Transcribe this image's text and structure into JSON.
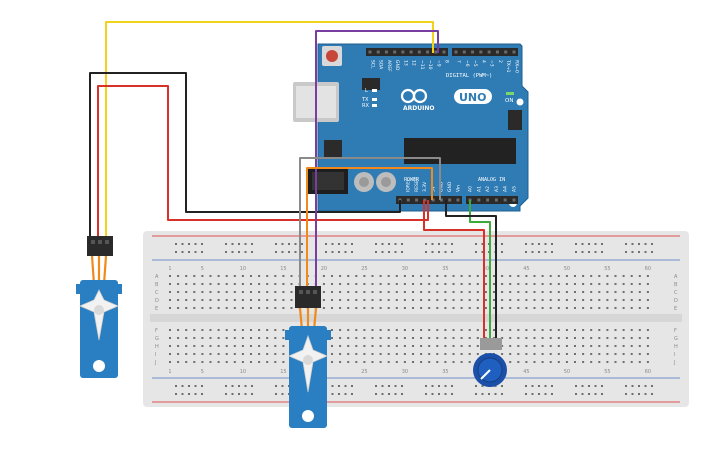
{
  "colors": {
    "background": "#ffffff",
    "breadboard": "#e6e6e6",
    "breadboard_channel": "#d6d6d6",
    "hole": "#6f6f6f",
    "rail_red": "#e05050",
    "rail_blue": "#6f8fc8",
    "arduino_board": "#2f7bb4",
    "arduino_edge": "#1f5f90",
    "header_black": "#2a2a2a",
    "chip": "#222222",
    "usb_silver": "#c9c9c9",
    "servo_blue": "#2a7fc2",
    "servo_horn": "#f2f2f2",
    "pot_body": "#1b4fa8",
    "wire_yellow": "#f3d21b",
    "wire_black": "#222222",
    "wire_red": "#d8312a",
    "wire_purple": "#7a3ea0",
    "wire_gray": "#8a8a8a",
    "wire_orange": "#f08a1c",
    "wire_green": "#3eaa3a"
  },
  "arduino": {
    "logo_text": "ARDUINO",
    "model_text": "UNO",
    "on_label": "ON",
    "l_label": "L",
    "tx_label": "TX",
    "rx_label": "RX",
    "digital_header_label": "DIGITAL (PWM~)",
    "power_header_label": "POWER",
    "analog_header_label": "ANALOG IN",
    "top_pin_labels": [
      "SCL",
      "SDA",
      "AREF",
      "GND",
      "13",
      "12",
      "~11",
      "~10",
      "~9",
      "8",
      "7",
      "~6",
      "~5",
      "4",
      "~3",
      "2",
      "TX→1",
      "RX←0"
    ],
    "power_pin_labels": [
      "IOREF",
      "RESET",
      "3.3V",
      "5V",
      "GND",
      "GND",
      "Vin"
    ],
    "analog_pin_labels": [
      "A0",
      "A1",
      "A2",
      "A3",
      "A4",
      "A5"
    ]
  },
  "breadboard": {
    "column_numbers": [
      "1",
      "5",
      "10",
      "15",
      "20",
      "25",
      "30",
      "35",
      "40",
      "45",
      "50",
      "55",
      "60"
    ],
    "row_letters_top": [
      "A",
      "B",
      "C",
      "D",
      "E"
    ],
    "row_letters_bottom": [
      "F",
      "G",
      "H",
      "I",
      "J"
    ]
  },
  "components": {
    "servo_left": "servo-1",
    "servo_center": "servo-2",
    "potentiometer": "potentiometer"
  }
}
